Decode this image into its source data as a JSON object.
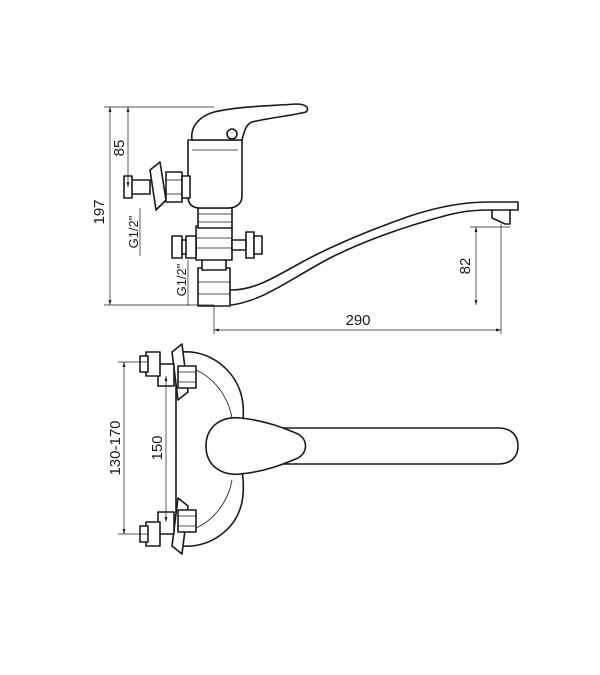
{
  "dimensions": {
    "total_height": "197",
    "lever_height": "85",
    "spout_height": "82",
    "spout_reach": "290",
    "inlet_spacing_range": "130-170",
    "inlet_spacing": "150"
  },
  "thread_labels": {
    "upper_inlet": "G1/2\"",
    "lower_outlet": "G1/2\""
  }
}
